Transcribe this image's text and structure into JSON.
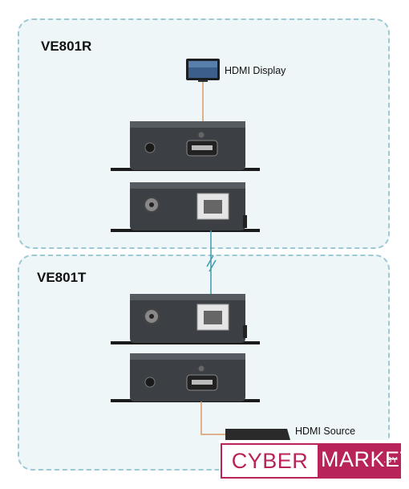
{
  "receiver": {
    "label": "VE801R"
  },
  "transmitter": {
    "label": "VE801T"
  },
  "display": {
    "label": "HDMI Display",
    "icon": "monitor-icon"
  },
  "source": {
    "label": "HDMI Source",
    "icon": "player-icon"
  },
  "logo": {
    "part1": "CYBER",
    "part2": "MARKET",
    "suffix": ".BY",
    "color": "#b8245a"
  },
  "colors": {
    "panel_border": "#9cc9d4",
    "panel_fill": "#eef6f8",
    "cable_hdmi": "#d79a6a",
    "cable_cat": "#3f9bb0"
  }
}
